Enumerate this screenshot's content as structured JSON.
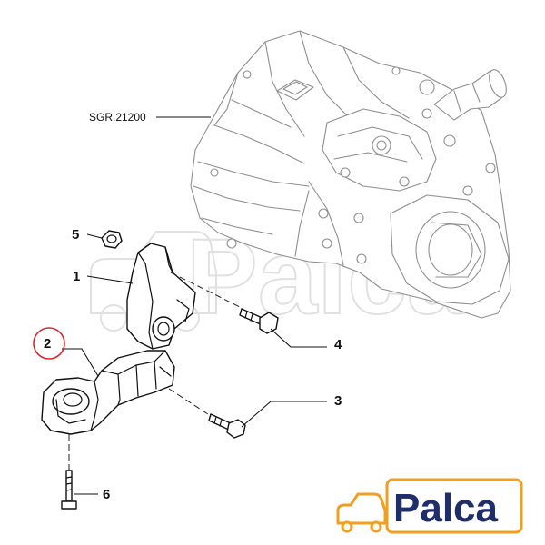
{
  "reference_code": "SGR.21200",
  "callouts": [
    "1",
    "2",
    "3",
    "4",
    "5",
    "6"
  ],
  "highlighted_callout": "2",
  "watermark_text": "Palca",
  "logo_text": "Palca",
  "colors": {
    "highlight_circle": "#d9262b",
    "logo_text": "#1f2e6b",
    "logo_icon": "#f0a020",
    "drawing_gray": "#8f8f8f",
    "watermark": "#dedede"
  }
}
